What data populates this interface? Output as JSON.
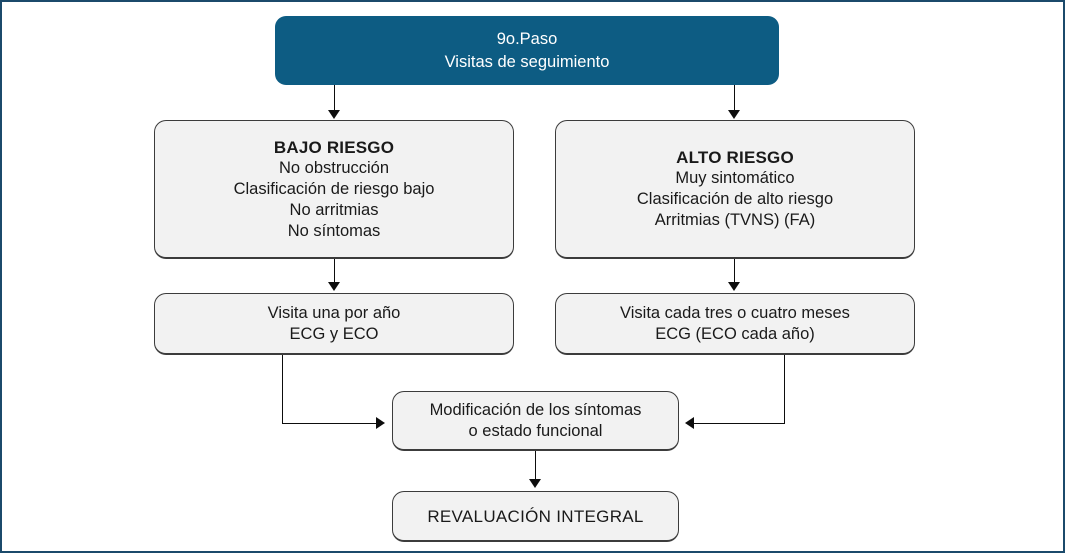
{
  "diagram": {
    "title": "9o.Paso - Visitas de seguimiento",
    "colors": {
      "header_fill": "#0d5c83",
      "node_fill": "#f2f2f2",
      "node_border": "#3c3c3c",
      "connector": "#0d0d0d",
      "frame_border": "#1b4a6b"
    },
    "nodes": {
      "header": {
        "line1": "9o.Paso",
        "line2": "Visitas de seguimiento"
      },
      "bajo_riesgo": {
        "line1": "BAJO RIESGO",
        "line2": "No obstrucción",
        "line3": "Clasificación de riesgo bajo",
        "line4": "No arritmias",
        "line5": "No síntomas"
      },
      "alto_riesgo": {
        "line1": "ALTO RIESGO",
        "line2": "Muy sintomático",
        "line3": "Clasificación de alto riesgo",
        "line4": "Arritmias (TVNS) (FA)"
      },
      "visita_bajo": {
        "line1": "Visita una por año",
        "line2": "ECG y ECO"
      },
      "visita_alto": {
        "line1": "Visita cada tres o cuatro meses",
        "line2": "ECG (ECO cada año)"
      },
      "modificacion": {
        "line1": "Modificación de los síntomas",
        "line2": "o estado funcional"
      },
      "revaluacion": {
        "line1": "REVALUACIÓN INTEGRAL"
      }
    }
  }
}
